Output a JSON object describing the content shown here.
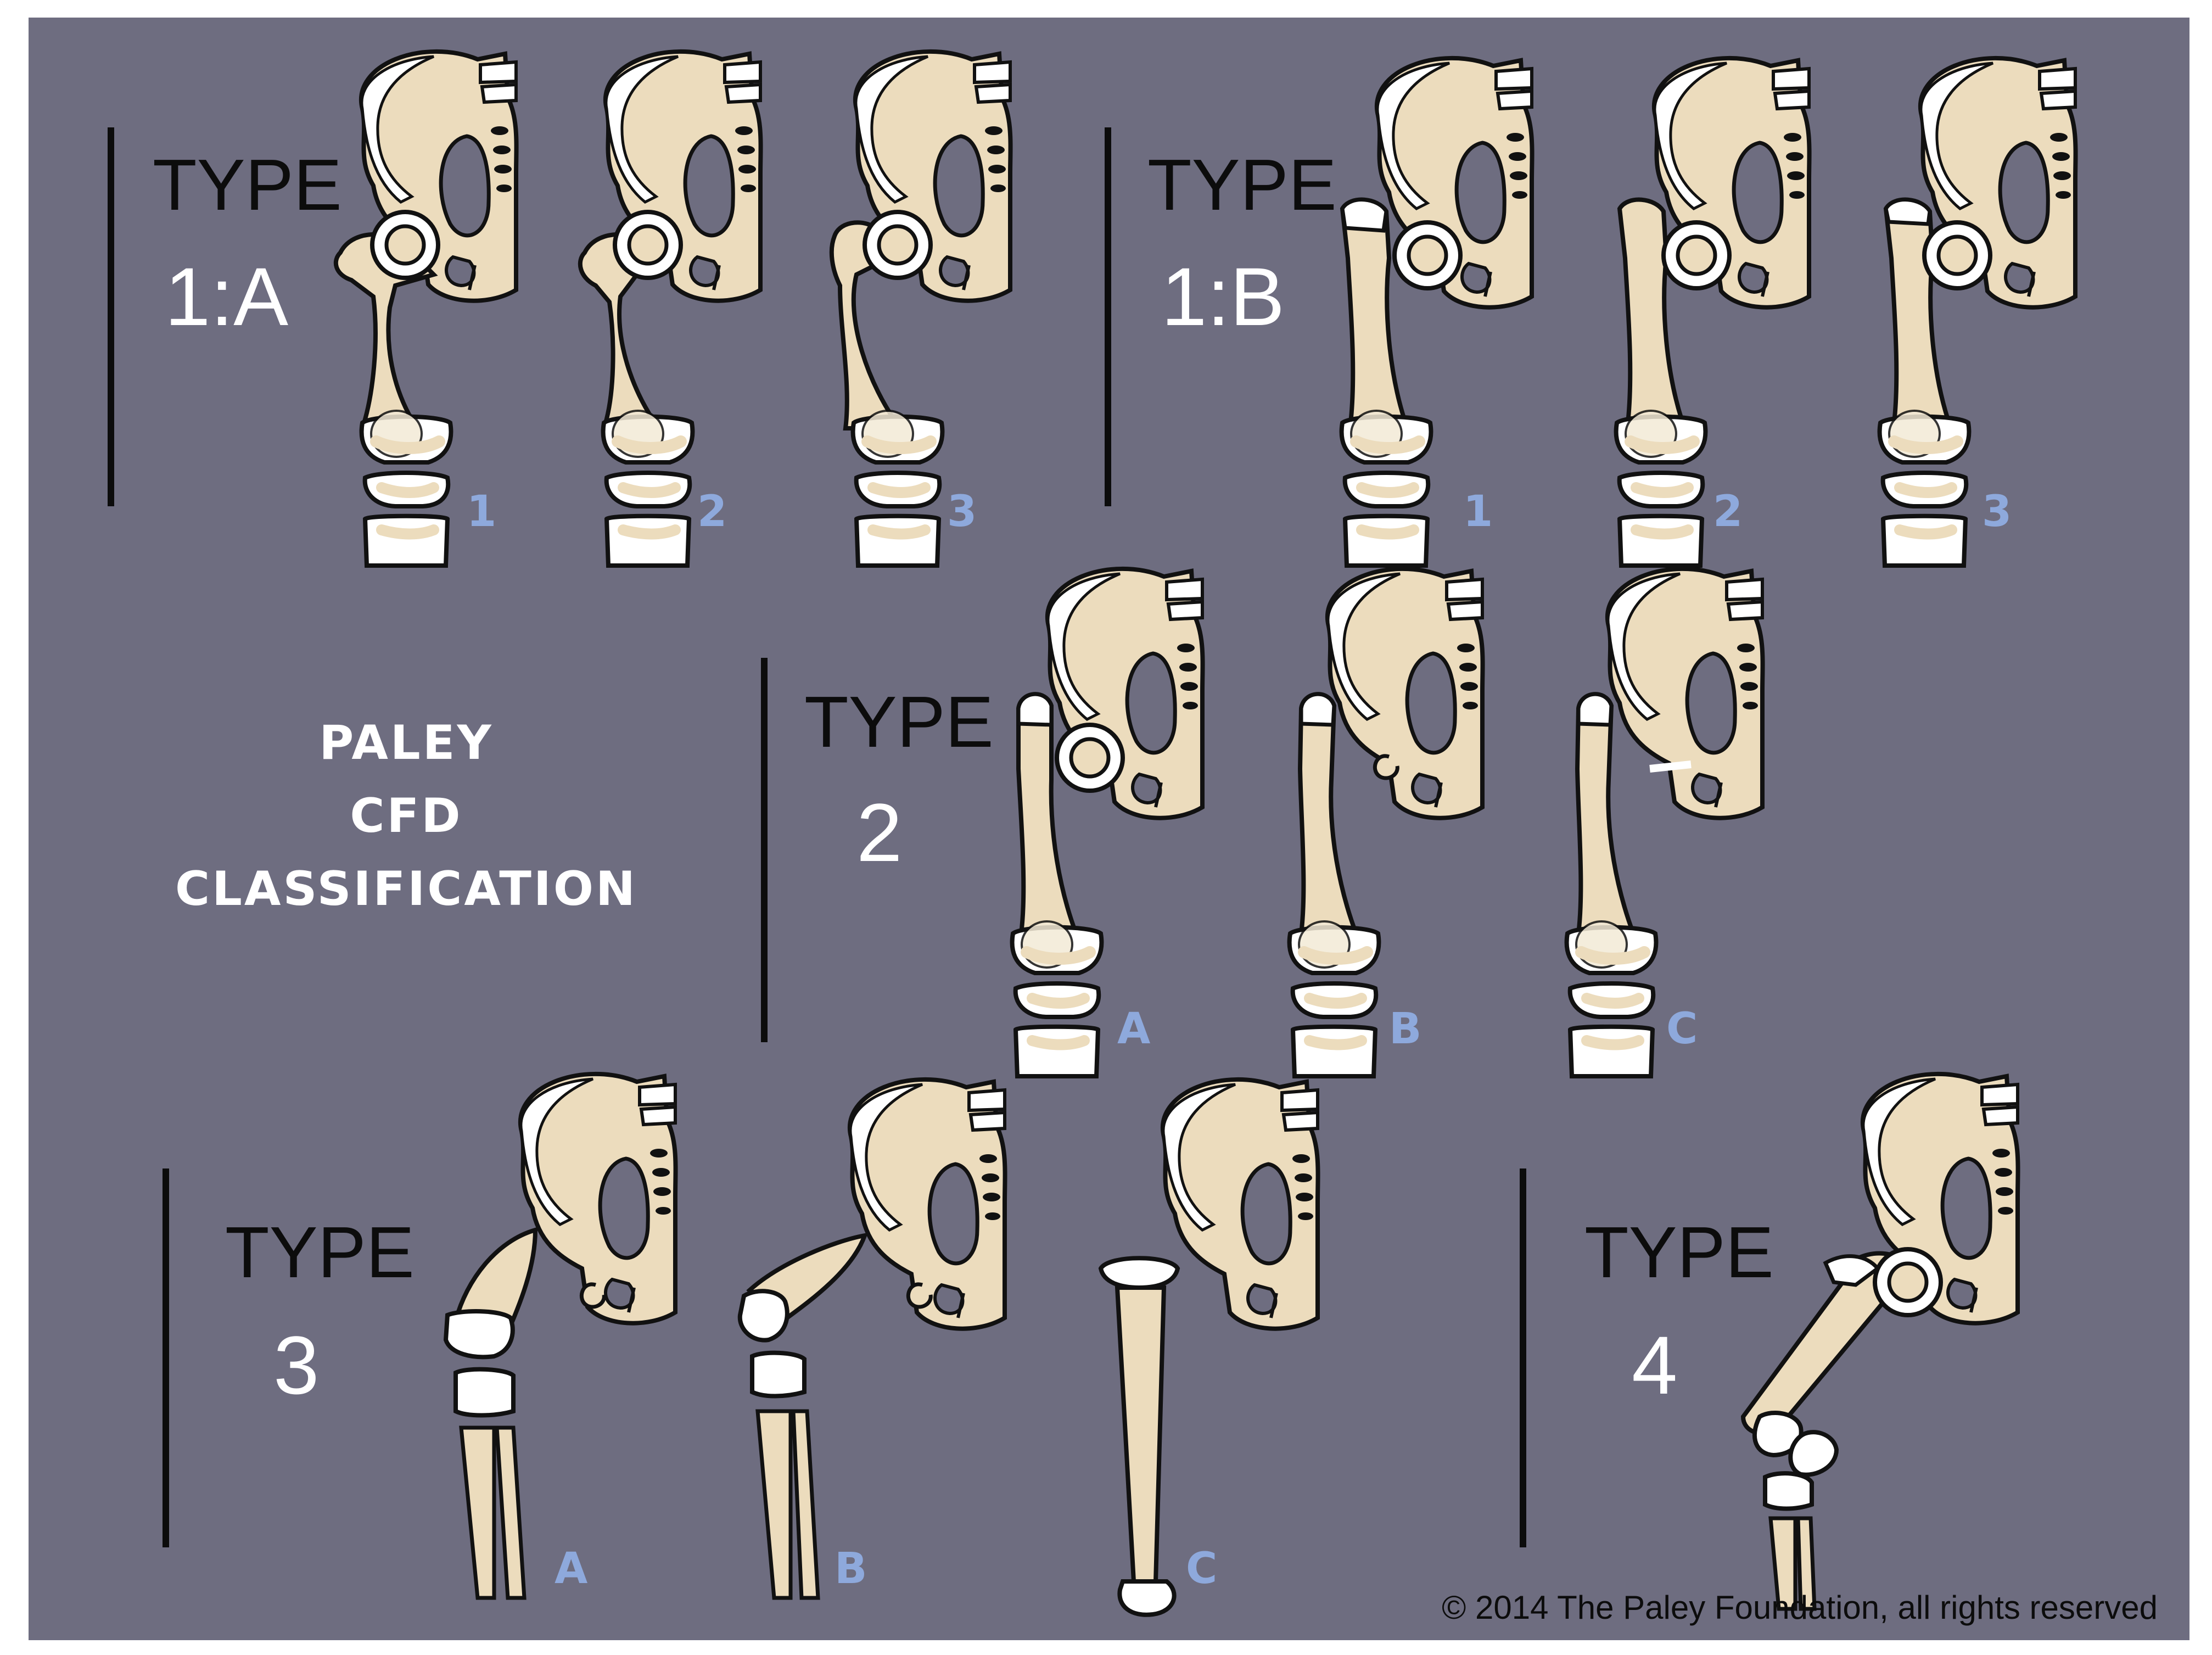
{
  "title": {
    "line1": "PALEY",
    "line2": "CFD",
    "line3": "CLASSIFICATION"
  },
  "copyright": "© 2014 The Paley Foundation, all rights reserved",
  "colors": {
    "background": "#6e6d80",
    "bone": "#ecdcbd",
    "cartilage": "#ffffff",
    "outline": "#111111",
    "variant_label": "#8ea9dc"
  },
  "panels": [
    {
      "id": "type-1a",
      "word": "TYPE",
      "number": "1:A",
      "variants": [
        "1",
        "2",
        "3"
      ]
    },
    {
      "id": "type-1b",
      "word": "TYPE",
      "number": "1:B",
      "variants": [
        "1",
        "2",
        "3"
      ]
    },
    {
      "id": "type-2",
      "word": "TYPE",
      "number": "2",
      "variants": [
        "A",
        "B",
        "C"
      ]
    },
    {
      "id": "type-3",
      "word": "TYPE",
      "number": "3",
      "variants": [
        "A",
        "B",
        "C"
      ]
    },
    {
      "id": "type-4",
      "word": "TYPE",
      "number": "4",
      "variants": []
    }
  ]
}
